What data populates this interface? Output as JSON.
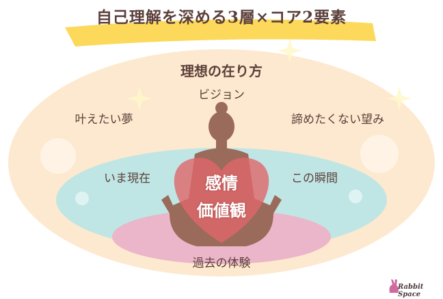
{
  "title": "自己理解を深める3層×コア2要素",
  "layers": {
    "outer": {
      "heading": "理想の在り方",
      "items": [
        "ビジョン",
        "叶えたい夢",
        "諦めたくない望み"
      ],
      "color": "#fde9cf"
    },
    "middle": {
      "items": [
        "いま現在",
        "この瞬間"
      ],
      "color": "#bfe6e4"
    },
    "inner": {
      "label": "過去の体験",
      "color": "#ebb5ca"
    }
  },
  "core": {
    "items": [
      "感情",
      "価値観"
    ],
    "color": "#e0666a"
  },
  "figure_color": "#9a6a5a",
  "logo": "Rabbit Space"
}
